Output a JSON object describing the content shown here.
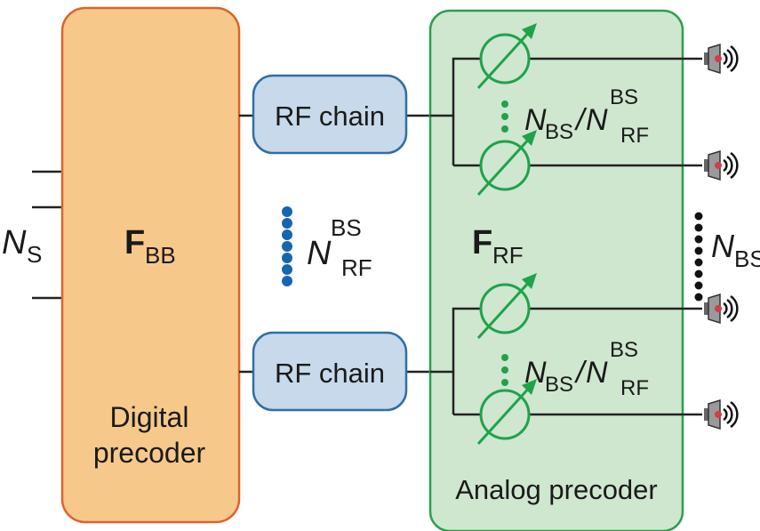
{
  "digital_block": {
    "label_letter": "F",
    "label_sub": "BB",
    "caption_line1": "Digital",
    "caption_line2": "precoder"
  },
  "analog_block": {
    "label_letter": "F",
    "label_sub": "RF",
    "caption": "Analog precoder"
  },
  "rf_chain_top": "RF chain",
  "rf_chain_bottom": "RF chain",
  "input_label": {
    "main": "N",
    "sub": "S"
  },
  "rf_count_label": {
    "main": "N",
    "sup": "BS",
    "sub": "RF"
  },
  "group_label_top": {
    "main": "N",
    "main_sub": "BS",
    "slash": "/",
    "den": "N",
    "den_sup": "BS",
    "den_sub": "RF"
  },
  "group_label_bottom": {
    "main": "N",
    "main_sub": "BS",
    "slash": "/",
    "den": "N",
    "den_sup": "BS",
    "den_sub": "RF"
  },
  "antenna_count_label": {
    "main": "N",
    "sub": "BS"
  },
  "colors": {
    "digital_fill": "#f6c98a",
    "digital_stroke": "#e0622a",
    "rf_fill": "#c7d9ea",
    "rf_stroke": "#2f6ea8",
    "analog_fill": "#cfe6cf",
    "analog_stroke": "#2aa052",
    "phase_shifter": "#1ea34a",
    "blue_dots": "#1565b0"
  },
  "icons": [
    "phase-shifter-icon",
    "antenna-speaker-icon"
  ]
}
